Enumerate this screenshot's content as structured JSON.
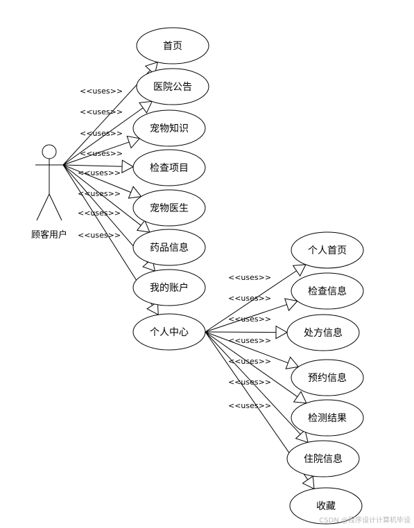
{
  "actor": {
    "label": "顾客用户"
  },
  "relation_label": "<<uses>>",
  "primary_usecases": [
    {
      "label": "首页"
    },
    {
      "label": "医院公告"
    },
    {
      "label": "宠物知识"
    },
    {
      "label": "检查项目"
    },
    {
      "label": "宠物医生"
    },
    {
      "label": "药品信息"
    },
    {
      "label": "我的账户"
    },
    {
      "label": "个人中心"
    }
  ],
  "sub_usecases": [
    {
      "label": "个人首页"
    },
    {
      "label": "检查信息"
    },
    {
      "label": "处方信息"
    },
    {
      "label": "预约信息"
    },
    {
      "label": "检测结果"
    },
    {
      "label": "住院信息"
    },
    {
      "label": "收藏"
    }
  ],
  "watermark": "CSDN @程序设计计算机毕设"
}
